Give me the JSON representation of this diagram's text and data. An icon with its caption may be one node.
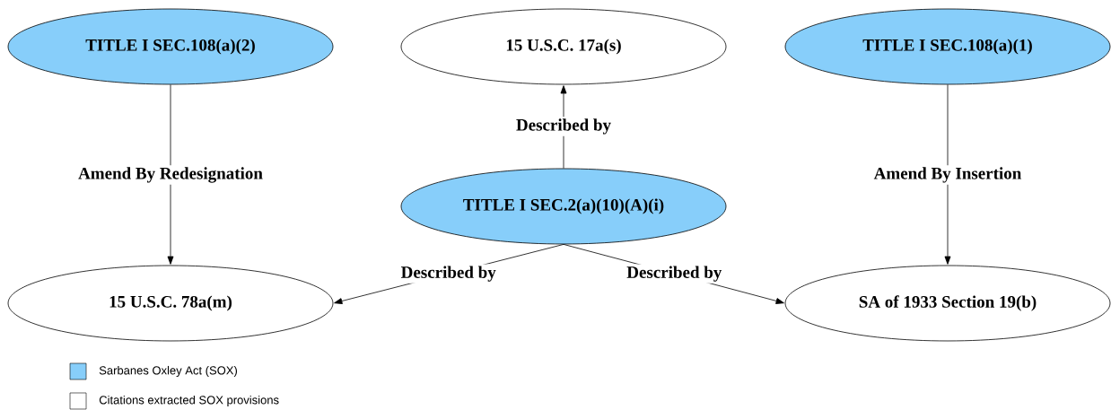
{
  "diagram": {
    "nodes": [
      {
        "text": [
          "TITLE I SEC.108(a)(2)"
        ]
      },
      {
        "text": [
          "15 U.S.C. 17a(s)"
        ]
      },
      {
        "text": [
          "TITLE I SEC.108(a)(1)"
        ]
      },
      {
        "text": [
          "TITLE I SEC.2(a)(10)(A)(i)"
        ]
      },
      {
        "text": [
          "15 U.S.C. 78a(m)"
        ]
      },
      {
        "text": [
          "SA of 1933 Section 19(b)"
        ]
      }
    ],
    "edges": [
      {
        "from": 0,
        "to": 4,
        "arrow": "to",
        "label": "Amend By Redesignation"
      },
      {
        "from": 3,
        "to": 1,
        "arrow": "to",
        "label": "Described by"
      },
      {
        "from": 2,
        "to": 5,
        "arrow": "to",
        "label": "Amend By Insertion"
      },
      {
        "from": 3,
        "to": 4,
        "arrow": "to",
        "label": "Described by"
      },
      {
        "from": 3,
        "to": 5,
        "arrow": "to",
        "label": "Described by"
      }
    ],
    "legend": [
      {
        "text": "Sarbanes Oxley Act (SOX)",
        "color": "#87cefa"
      },
      {
        "text": "Citations extracted SOX provisions"
      }
    ]
  }
}
